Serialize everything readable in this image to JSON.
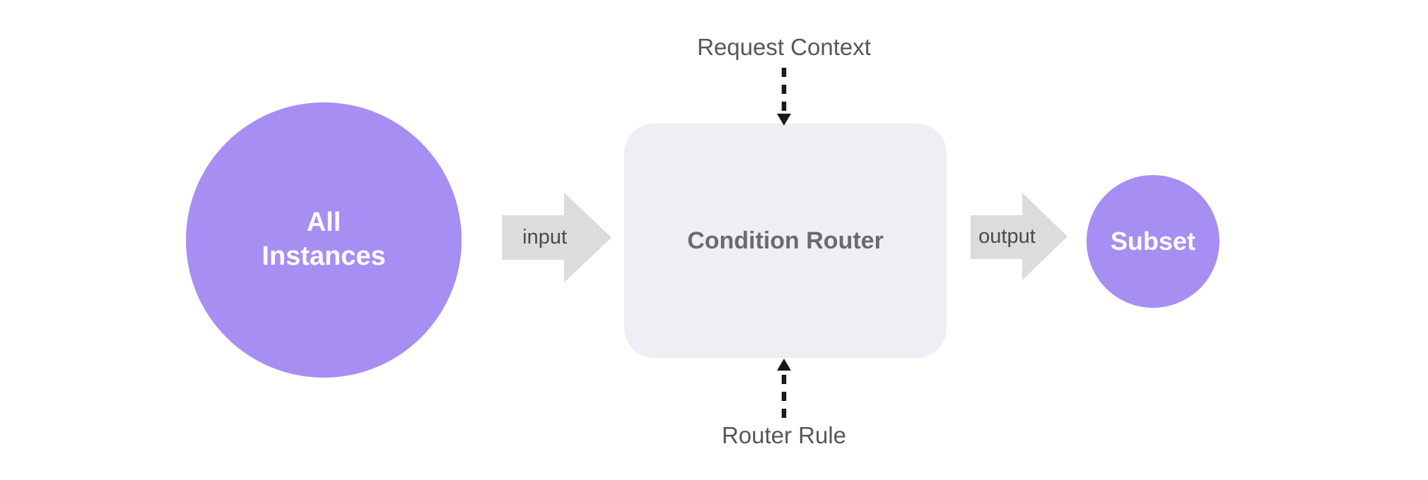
{
  "diagram": {
    "nodes": {
      "all_instances": {
        "label_line1": "All",
        "label_line2": "Instances"
      },
      "condition_router": {
        "label": "Condition Router"
      },
      "subset": {
        "label": "Subset"
      }
    },
    "arrows": {
      "input": {
        "label": "input"
      },
      "output": {
        "label": "output"
      }
    },
    "annotations": {
      "request_context": {
        "label": "Request Context"
      },
      "router_rule": {
        "label": "Router Rule"
      }
    }
  },
  "colors": {
    "canvas-bg": "#ffffff",
    "node-purple": "#a78ef3",
    "node-text-light": "#ffffff",
    "box-bg": "#edeff4",
    "box-text": "#6b6b6b",
    "arrow-fill": "#dcdcdc",
    "arrow-text": "#4a4a4a",
    "annotation-text": "#565759",
    "dash-color": "#1a1a1a"
  }
}
